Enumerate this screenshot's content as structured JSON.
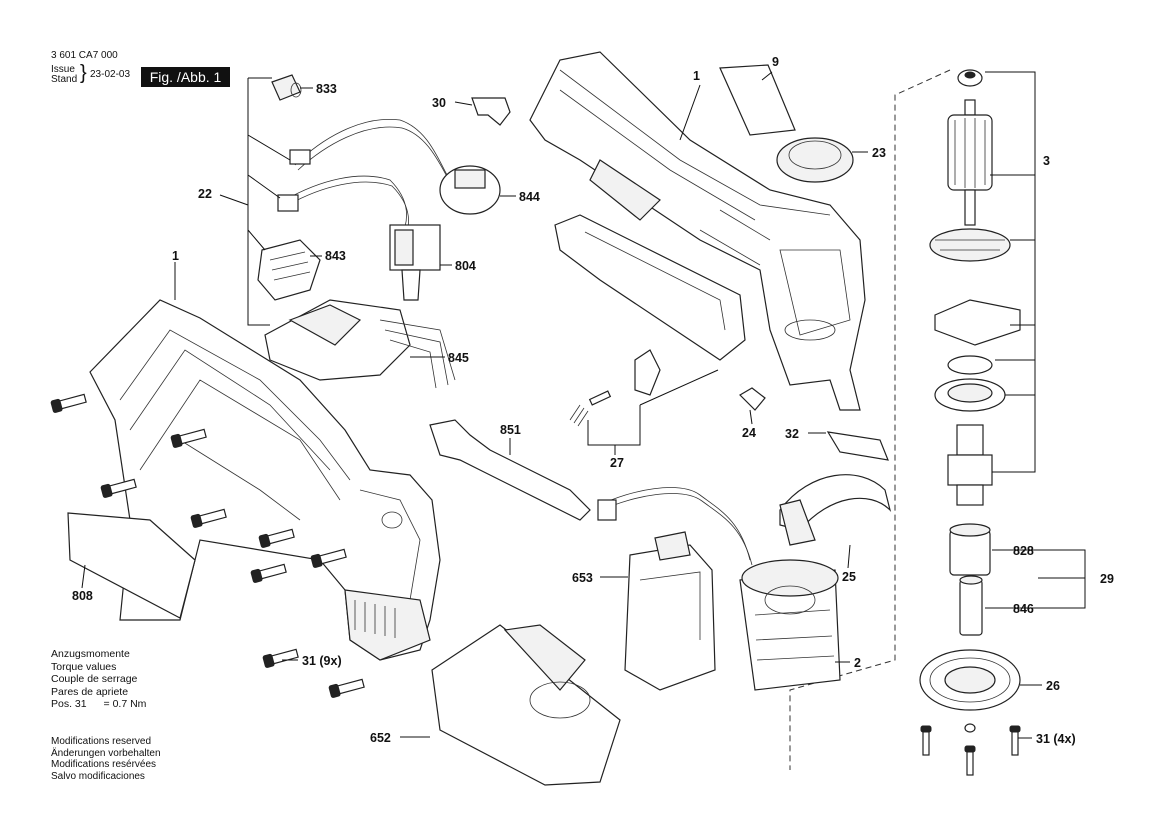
{
  "header": {
    "doc_number": "3 601 CA7 000",
    "issue_label_1": "Issue",
    "issue_label_2": "Stand",
    "issue_date": "23-02-03",
    "figure_label": "Fig. /Abb. 1"
  },
  "torque_note": {
    "lines": [
      "Anzugsmomente",
      "Torque values",
      "Couple de serrage",
      "Pares de apriete"
    ],
    "pos_label": "Pos. 31",
    "pos_value": "= 0.7 Nm"
  },
  "modifications": [
    "Modifications reserved",
    "Änderungen vorbehalten",
    "Modifications resérvées",
    "Salvo modificaciones"
  ],
  "callouts": {
    "p833": "833",
    "p30": "30",
    "p1_top": "1",
    "p9": "9",
    "p23": "23",
    "p3": "3",
    "p22": "22",
    "p844": "844",
    "p843": "843",
    "p804": "804",
    "p1_left": "1",
    "p845": "845",
    "p851": "851",
    "p24": "24",
    "p27": "27",
    "p32": "32",
    "p808": "808",
    "p25": "25",
    "p653": "653",
    "p828": "828",
    "p29": "29",
    "p846": "846",
    "p31_9x": "31 (9x)",
    "p2": "2",
    "p26": "26",
    "p652": "652",
    "p31_4x": "31 (4x)"
  }
}
